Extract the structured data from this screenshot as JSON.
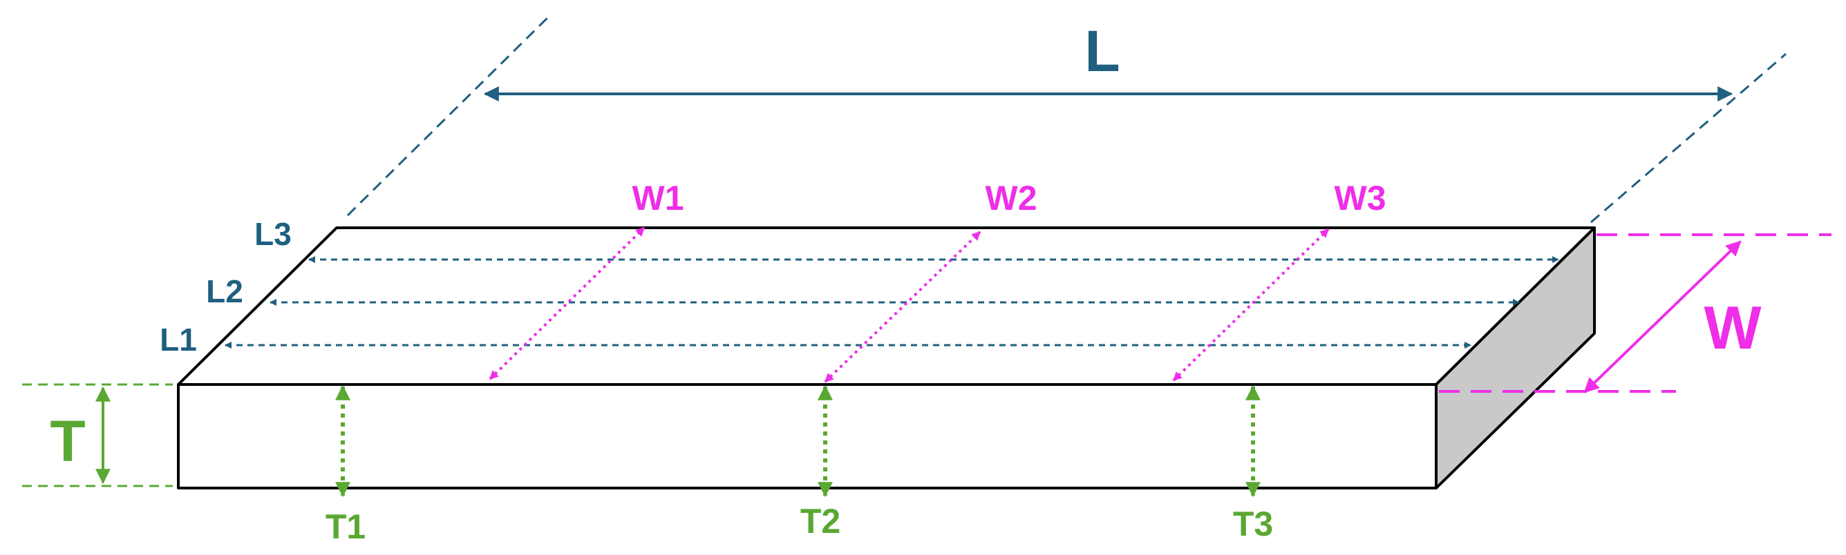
{
  "colors": {
    "length": "#1f5f7f",
    "width": "#ee2ee8",
    "thickness": "#5aa832",
    "outline": "#000000",
    "end_face": "#c9c9c9"
  },
  "labels": {
    "L": "L",
    "W": "W",
    "T": "T",
    "L1": "L1",
    "L2": "L2",
    "L3": "L3",
    "W1": "W1",
    "W2": "W2",
    "W3": "W3",
    "T1": "T1",
    "T2": "T2",
    "T3": "T3"
  }
}
